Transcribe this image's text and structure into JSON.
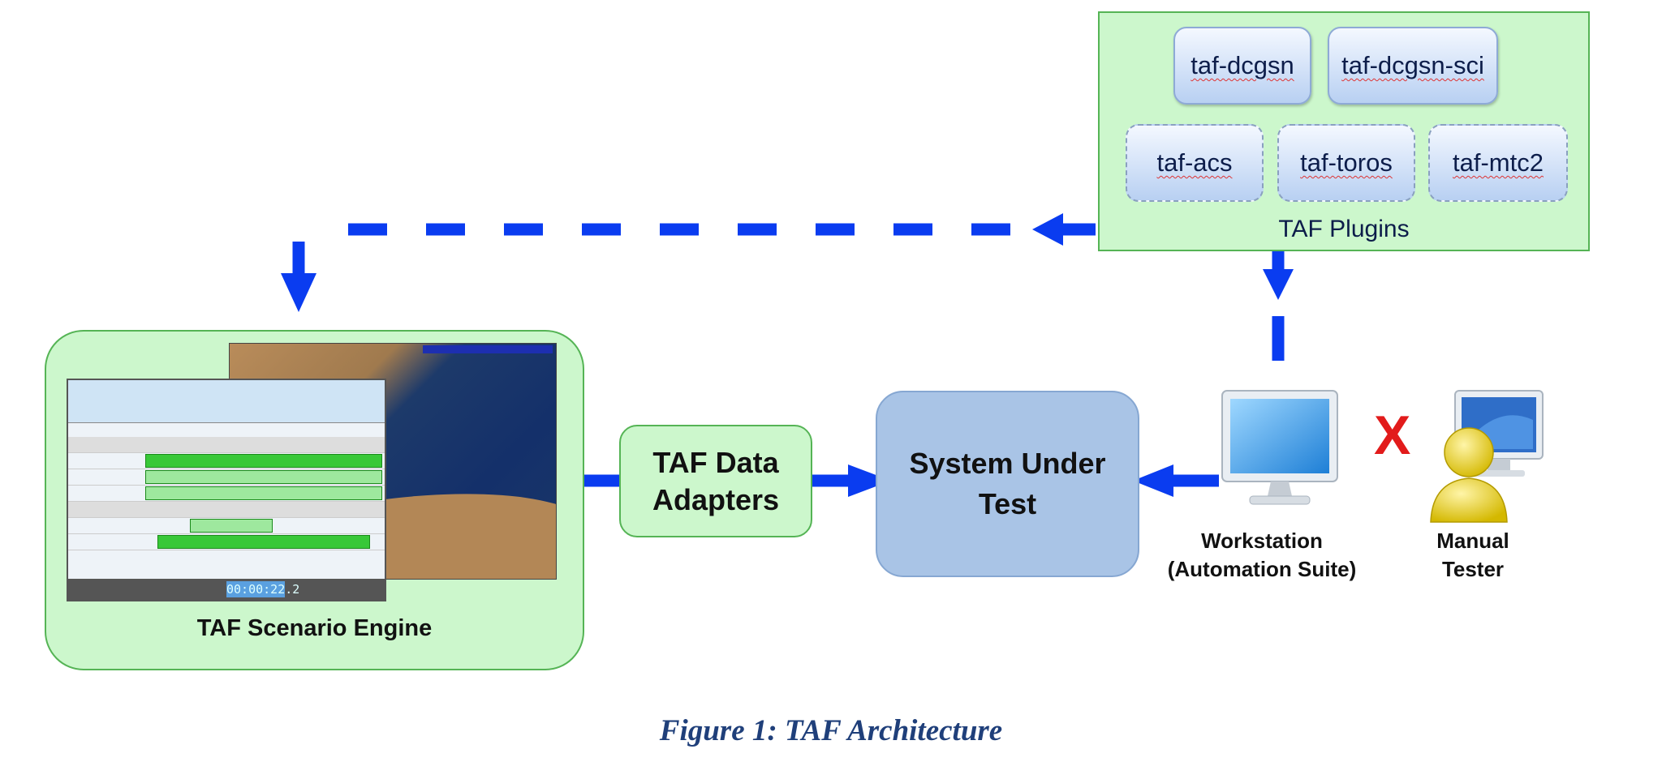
{
  "plugins": {
    "items": [
      {
        "label": "taf-dcgsn",
        "style": "solid"
      },
      {
        "label": "taf-dcgsn-sci",
        "style": "solid"
      },
      {
        "label": "taf-acs",
        "style": "dashed"
      },
      {
        "label": "taf-toros",
        "style": "dashed"
      },
      {
        "label": "taf-mtc2",
        "style": "dashed"
      }
    ],
    "title": "TAF Plugins"
  },
  "engine": {
    "title": "TAF Scenario Engine",
    "clock": "00:00:22.2"
  },
  "adapters": {
    "line1": "TAF Data",
    "line2": "Adapters"
  },
  "sut": {
    "line1": "System Under",
    "line2": "Test"
  },
  "workstation": {
    "line1": "Workstation",
    "line2": "(Automation Suite)"
  },
  "manual": {
    "line1": "Manual",
    "line2": "Tester",
    "mark": "X"
  },
  "caption": "Figure 1: TAF Architecture",
  "colors": {
    "arrow": "#0a3cf0",
    "green_fill": "#ccf7cc",
    "green_border": "#55b455",
    "sut_fill": "#a9c4e6",
    "caption": "#1f3f7a"
  },
  "icons": [
    "monitor-icon",
    "person-icon",
    "workstation-monitor-icon"
  ]
}
